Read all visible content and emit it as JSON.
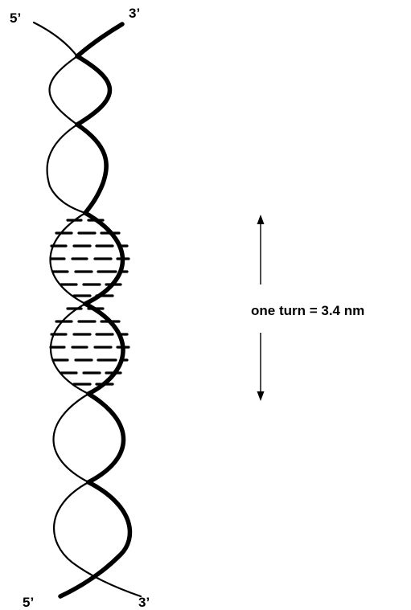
{
  "labels": {
    "top_left": "5’",
    "top_right": "3’",
    "bottom_left": "5’",
    "bottom_right": "3’",
    "turn": "one turn = 3.4 nm"
  }
}
